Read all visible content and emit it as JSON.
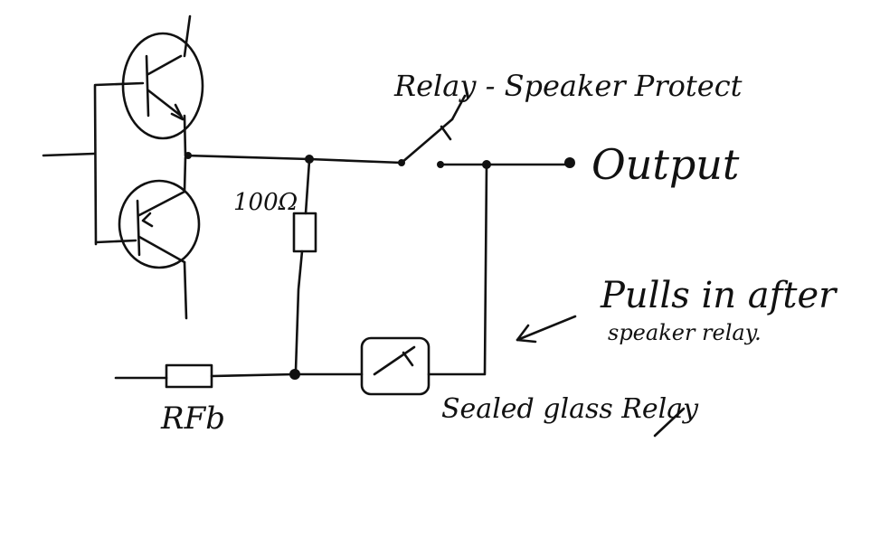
{
  "diagram": {
    "labels": {
      "relay_title": "Relay - Speaker Protect",
      "output": "Output",
      "resistor_value": "100Ω",
      "feedback_resistor": "RFb",
      "note_line1": "Pulls in after",
      "note_line2": "speaker relay.",
      "glass_relay": "Sealed glass Relay"
    },
    "components": {
      "upper_transistor": "npn-transistor",
      "lower_transistor": "pnp-transistor",
      "speaker_relay": "relay-switch",
      "resistor_100": "resistor",
      "resistor_feedback": "resistor",
      "glass_relay": "sealed-relay-switch"
    },
    "colors": {
      "ink": "#111111",
      "paper": "#ffffff"
    }
  }
}
